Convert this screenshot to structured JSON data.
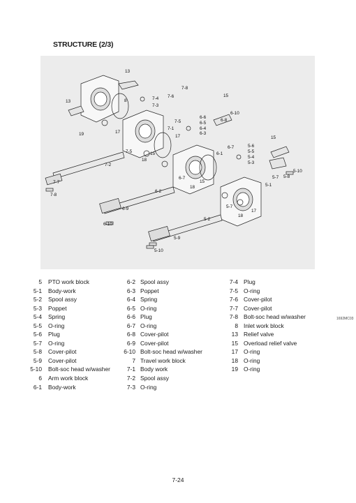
{
  "title": "STRUCTURE (2/3)",
  "figure_code": "1692MC03",
  "page_number": "7-24",
  "callouts": [
    "13",
    "13",
    "8",
    "7-8",
    "7-4",
    "7-6",
    "7-3",
    "15",
    "6-6",
    "6-10",
    "6-5",
    "6-8",
    "6-4",
    "7-5",
    "6-3",
    "19",
    "17",
    "7-1",
    "17",
    "7-5",
    "15",
    "5-6",
    "5-5",
    "6-7",
    "5-4",
    "6-1",
    "18",
    "15",
    "5-3",
    "7-2",
    "5-10",
    "5-8",
    "5-7",
    "6-7",
    "15",
    "5-1",
    "7-7",
    "18",
    "6-2",
    "7-8",
    "5-7",
    "17",
    "18",
    "6-9",
    "5-2",
    "6-10",
    "5-9",
    "5-10"
  ],
  "parts_col1": [
    {
      "no": "5",
      "name": "PTO work block"
    },
    {
      "no": "5-1",
      "name": "Body-work"
    },
    {
      "no": "5-2",
      "name": "Spool assy"
    },
    {
      "no": "5-3",
      "name": "Poppet"
    },
    {
      "no": "5-4",
      "name": "Spring"
    },
    {
      "no": "5-5",
      "name": "O-ring"
    },
    {
      "no": "5-6",
      "name": "Plug"
    },
    {
      "no": "5-7",
      "name": "O-ring"
    },
    {
      "no": "5-8",
      "name": "Cover-pilot"
    },
    {
      "no": "5-9",
      "name": "Cover-pilot"
    },
    {
      "no": "5-10",
      "name": "Bolt-soc head w/washer"
    },
    {
      "no": "6",
      "name": "Arm work block"
    },
    {
      "no": "6-1",
      "name": "Body-work"
    }
  ],
  "parts_col2": [
    {
      "no": "6-2",
      "name": "Spool assy"
    },
    {
      "no": "6-3",
      "name": "Poppet"
    },
    {
      "no": "6-4",
      "name": "Spring"
    },
    {
      "no": "6-5",
      "name": "O-ring"
    },
    {
      "no": "6-6",
      "name": "Plug"
    },
    {
      "no": "6-7",
      "name": "O-ring"
    },
    {
      "no": "6-8",
      "name": "Cover-pilot"
    },
    {
      "no": "6-9",
      "name": "Cover-pilot"
    },
    {
      "no": "6-10",
      "name": "Bolt-soc head w/washer"
    },
    {
      "no": "7",
      "name": "Travel work block"
    },
    {
      "no": "7-1",
      "name": "Body work"
    },
    {
      "no": "7-2",
      "name": "Spool assy"
    },
    {
      "no": "7-3",
      "name": "O-ring"
    }
  ],
  "parts_col3": [
    {
      "no": "7-4",
      "name": "Plug"
    },
    {
      "no": "7-5",
      "name": "O-ring"
    },
    {
      "no": "7-6",
      "name": "Cover-pilot"
    },
    {
      "no": "7-7",
      "name": "Cover-pilot"
    },
    {
      "no": "7-8",
      "name": "Bolt-soc head w/washer"
    },
    {
      "no": "8",
      "name": "Inlet work block"
    },
    {
      "no": "13",
      "name": "Relief valve"
    },
    {
      "no": "15",
      "name": "Overload relief valve"
    },
    {
      "no": "17",
      "name": "O-ring"
    },
    {
      "no": "18",
      "name": "O-ring"
    },
    {
      "no": "19",
      "name": "O-ring"
    }
  ]
}
